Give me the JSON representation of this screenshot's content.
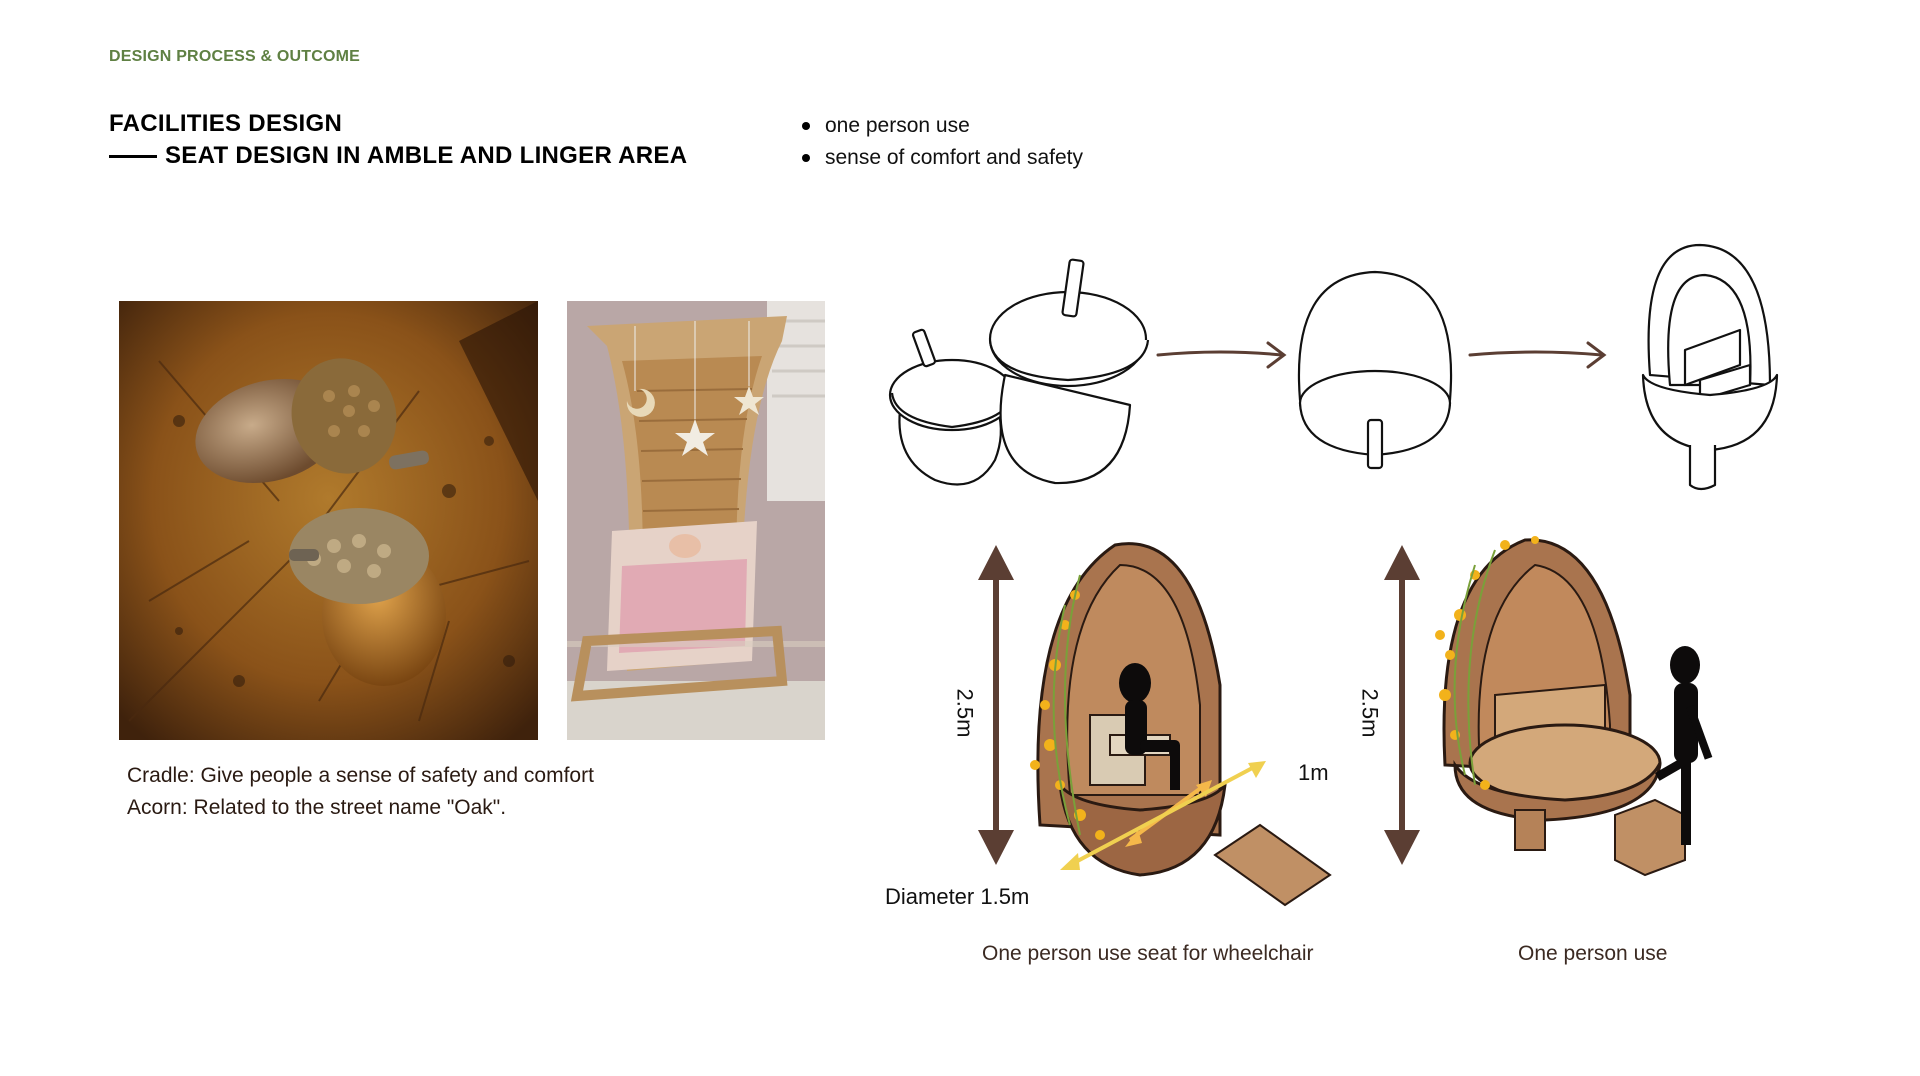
{
  "header": {
    "section_label": "DESIGN PROCESS & OUTCOME",
    "title_line1": "FACILITIES DESIGN",
    "title_line2": "SEAT DESIGN IN AMBLE AND LINGER AREA"
  },
  "requirements": [
    "one person use",
    "sense of comfort and safety"
  ],
  "inspiration": {
    "images": [
      {
        "icon": "acorn-photo"
      },
      {
        "icon": "cradle-photo"
      }
    ],
    "caption_line1": "Cradle: Give people a sense of safety and comfort",
    "caption_line2": "Acorn: Related to the street name \"Oak\"."
  },
  "sketch_sequence": {
    "steps": [
      {
        "icon": "acorn-pair-sketch"
      },
      {
        "icon": "flipped-acorn-sketch"
      },
      {
        "icon": "acorn-seat-sketch"
      }
    ],
    "arrow_color": "#5b3e33"
  },
  "renders": {
    "wheelchair": {
      "height_label": "2.5m",
      "width_label": "1m",
      "diameter_label": "Diameter 1.5m",
      "caption": "One person use seat for wheelchair"
    },
    "standard": {
      "height_label": "2.5m",
      "caption": "One person use"
    },
    "colors": {
      "shell": "#a9744e",
      "interior": "#d3a87a",
      "dimension_arrow": "#5b3e33",
      "accent_arrow": "#f0c53c",
      "flowers": "#f2b21b"
    }
  }
}
